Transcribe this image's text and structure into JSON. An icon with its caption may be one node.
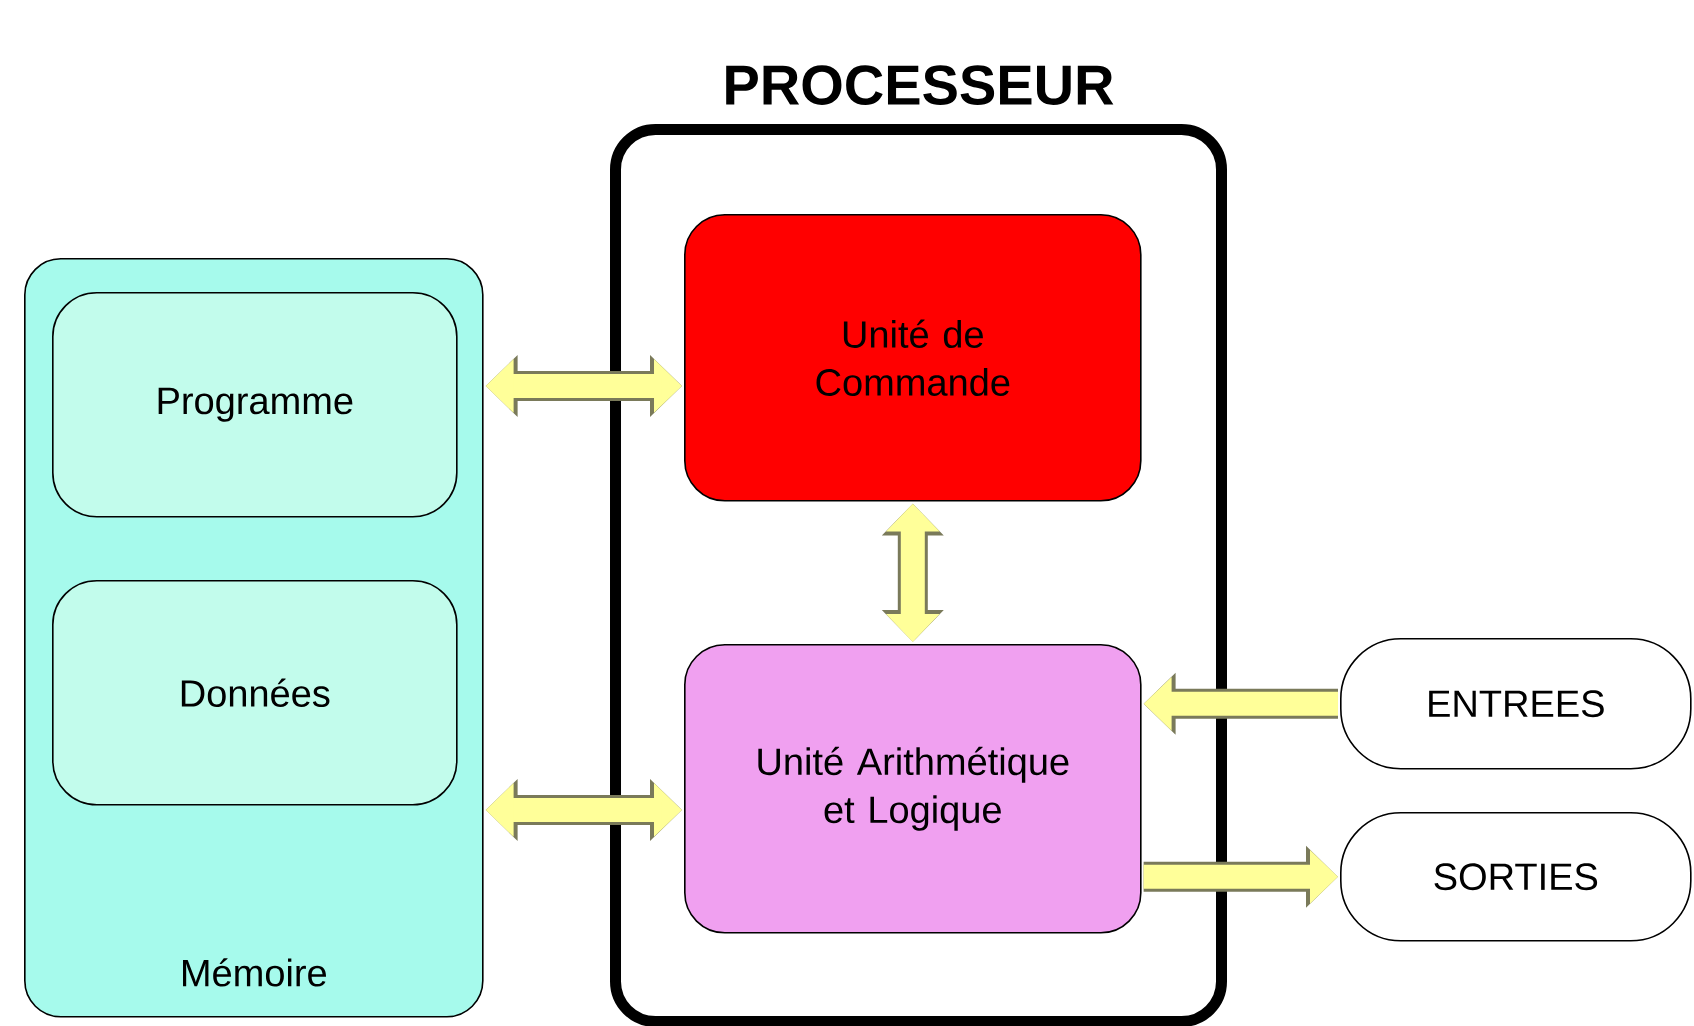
{
  "diagram": {
    "nodes": [
      {
        "text": [
          "Mémoire"
        ]
      },
      {
        "text": [
          "Programme"
        ],
        "in": 0
      },
      {
        "text": [
          "Données"
        ],
        "in": 0
      },
      {
        "text": [
          "PROCESSEUR"
        ]
      },
      {
        "text": [
          "Unité de Commande"
        ],
        "in": 3
      },
      {
        "text": [
          "Unité Arithmétique et Logique"
        ],
        "in": 3
      },
      {
        "text": [
          "ENTREES"
        ]
      },
      {
        "text": [
          "SORTIES"
        ]
      }
    ],
    "edges": [
      {
        "from": 0,
        "to": 4,
        "arrow": "both"
      },
      {
        "from": 0,
        "to": 5,
        "arrow": "both"
      },
      {
        "from": 4,
        "to": 5,
        "arrow": "both"
      },
      {
        "from": 6,
        "to": 5,
        "arrow": "to"
      },
      {
        "from": 5,
        "to": 7,
        "arrow": "to"
      }
    ]
  }
}
